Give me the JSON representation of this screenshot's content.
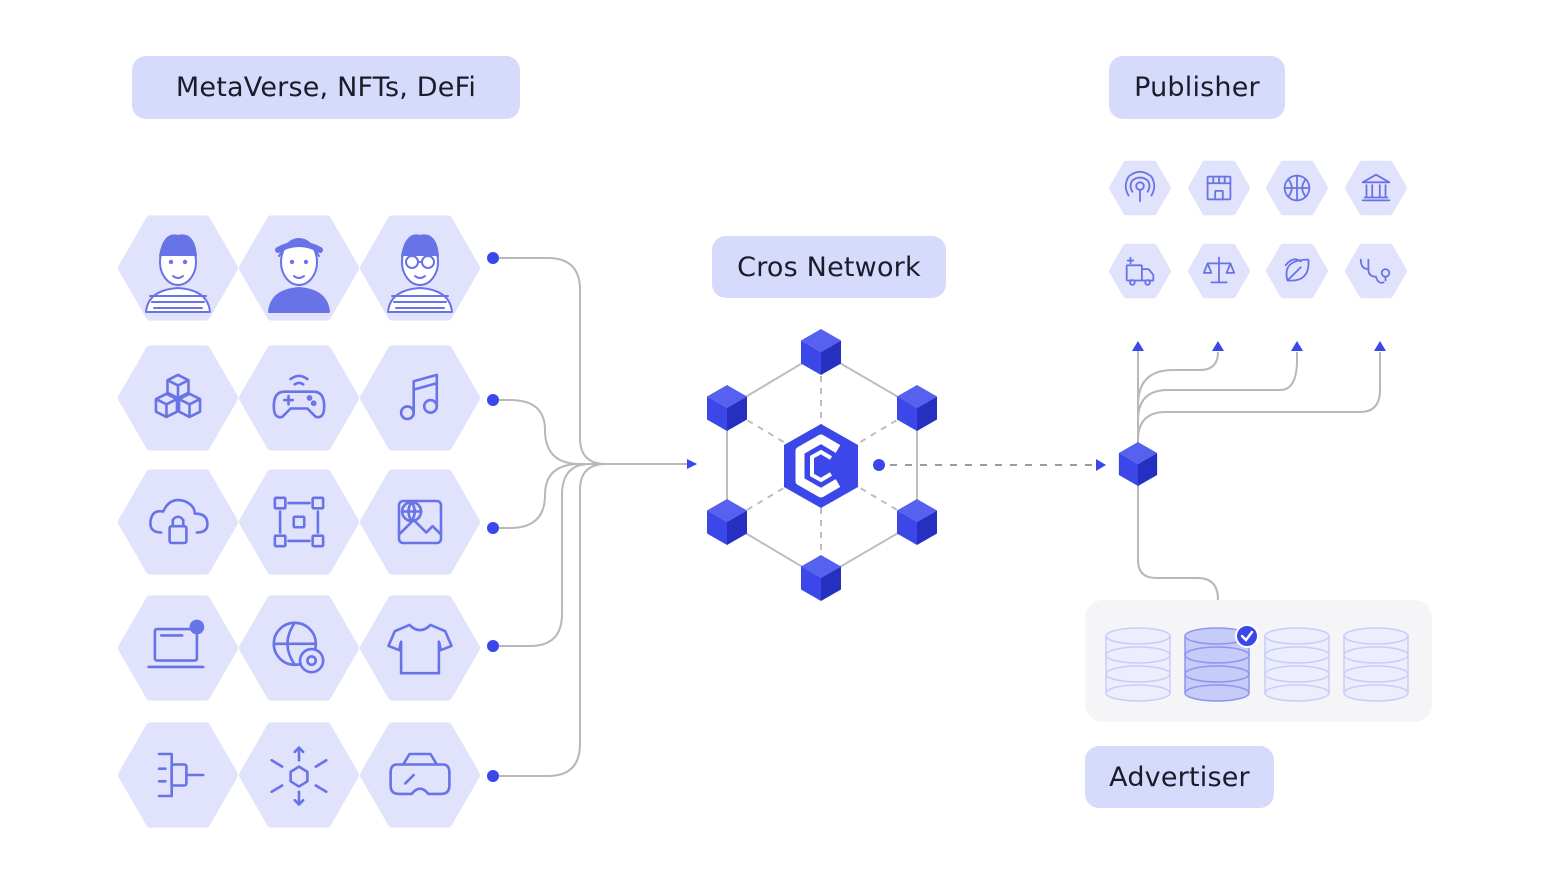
{
  "labels": {
    "left": "MetaVerse, NFTs, DeFi",
    "center": "Cros Network",
    "publisher": "Publisher",
    "advertiser": "Advertiser"
  },
  "colors": {
    "label_bg": "#d6dafb",
    "hex_bg": "#e0e3fb",
    "icon": "#6873e8",
    "node": "#3b47e9",
    "node_dark": "#2530c0",
    "node_light": "#5661f0",
    "line": "#b8b8bc",
    "db_bg": "#f5f5f8",
    "db_stroke": "#c9cdf6"
  },
  "left_grid": [
    [
      "avatar-man-icon",
      "avatar-woman-icon",
      "avatar-glasses-icon"
    ],
    [
      "blocks-icon",
      "gamepad-icon",
      "music-icon"
    ],
    [
      "cloud-lock-icon",
      "network-cubes-icon",
      "globe-image-icon"
    ],
    [
      "laptop-icon",
      "globe-settings-icon",
      "tshirt-icon"
    ],
    [
      "connector-icon",
      "ar-cube-icon",
      "vr-headset-icon"
    ]
  ],
  "publisher_icons": [
    [
      "podcast-icon",
      "store-icon",
      "basketball-icon",
      "bank-icon"
    ],
    [
      "delivery-truck-icon",
      "scales-icon",
      "leaf-icon",
      "stethoscope-icon"
    ]
  ],
  "advertiser_databases": 4,
  "verified_database_index": 1
}
